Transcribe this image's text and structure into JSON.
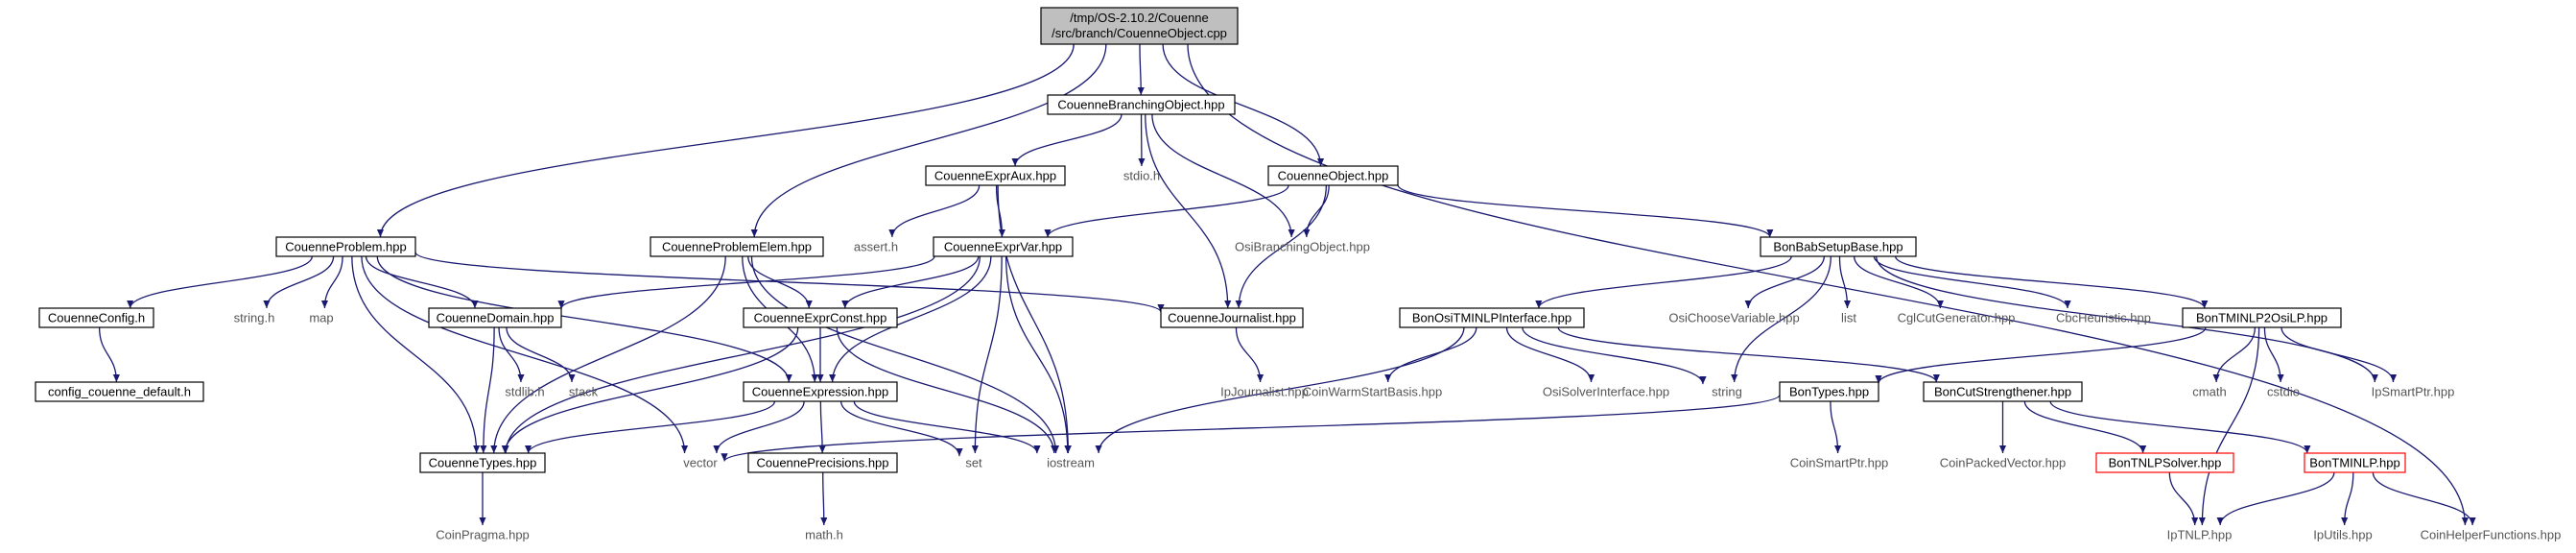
{
  "diagram": {
    "title_lines": [
      "/tmp/OS-2.10.2/Couenne",
      "/src/branch/CouenneObject.cpp"
    ],
    "colors": {
      "edge": "#191970",
      "root_fill": "#bfbfbf",
      "red_border": "#ff0000",
      "gray_text": "#555555"
    },
    "nodes": [
      {
        "id": "root",
        "label": "/tmp/OS-2.10.2/Couenne /src/branch/CouenneObject.cpp",
        "style": "root"
      },
      {
        "id": "CouenneProblem",
        "label": "CouenneProblem.hpp",
        "style": "box"
      },
      {
        "id": "CouenneProblemElem",
        "label": "CouenneProblemElem.hpp",
        "style": "box"
      },
      {
        "id": "CouenneBranchingObject",
        "label": "CouenneBranchingObject.hpp",
        "style": "box"
      },
      {
        "id": "CouenneObject",
        "label": "CouenneObject.hpp",
        "style": "box"
      },
      {
        "id": "CoinHelperFunctions",
        "label": "CoinHelperFunctions.hpp",
        "style": "plain"
      },
      {
        "id": "CouenneConfig",
        "label": "CouenneConfig.h",
        "style": "box"
      },
      {
        "id": "config_default",
        "label": "config_couenne_default.h",
        "style": "box"
      },
      {
        "id": "string_h",
        "label": "string.h",
        "style": "plain"
      },
      {
        "id": "map",
        "label": "map",
        "style": "plain"
      },
      {
        "id": "CouenneDomain",
        "label": "CouenneDomain.hpp",
        "style": "box"
      },
      {
        "id": "stdlib_h",
        "label": "stdlib.h",
        "style": "plain"
      },
      {
        "id": "stack",
        "label": "stack",
        "style": "plain"
      },
      {
        "id": "CouenneExprAux",
        "label": "CouenneExprAux.hpp",
        "style": "box"
      },
      {
        "id": "stdio_h",
        "label": "stdio.h",
        "style": "plain"
      },
      {
        "id": "assert_h",
        "label": "assert.h",
        "style": "plain"
      },
      {
        "id": "CouenneExprVar",
        "label": "CouenneExprVar.hpp",
        "style": "box"
      },
      {
        "id": "OsiBranchingObject",
        "label": "OsiBranchingObject.hpp",
        "style": "plain"
      },
      {
        "id": "CouenneExprConst",
        "label": "CouenneExprConst.hpp",
        "style": "box"
      },
      {
        "id": "CouenneJournalist",
        "label": "CouenneJournalist.hpp",
        "style": "box"
      },
      {
        "id": "IpJournalist",
        "label": "IpJournalist.hpp",
        "style": "plain"
      },
      {
        "id": "CouenneExpression",
        "label": "CouenneExpression.hpp",
        "style": "box"
      },
      {
        "id": "CouenneTypes",
        "label": "CouenneTypes.hpp",
        "style": "box"
      },
      {
        "id": "CoinPragma",
        "label": "CoinPragma.hpp",
        "style": "plain"
      },
      {
        "id": "vector",
        "label": "vector",
        "style": "plain"
      },
      {
        "id": "CouennePrecisions",
        "label": "CouennePrecisions.hpp",
        "style": "box"
      },
      {
        "id": "math_h",
        "label": "math.h",
        "style": "plain"
      },
      {
        "id": "set",
        "label": "set",
        "style": "plain"
      },
      {
        "id": "iostream",
        "label": "iostream",
        "style": "plain"
      },
      {
        "id": "BonBabSetupBase",
        "label": "BonBabSetupBase.hpp",
        "style": "box"
      },
      {
        "id": "BonOsiTMINLPInterface",
        "label": "BonOsiTMINLPInterface.hpp",
        "style": "box"
      },
      {
        "id": "OsiChooseVariable",
        "label": "OsiChooseVariable.hpp",
        "style": "plain"
      },
      {
        "id": "list",
        "label": "list",
        "style": "plain"
      },
      {
        "id": "CglCutGenerator",
        "label": "CglCutGenerator.hpp",
        "style": "plain"
      },
      {
        "id": "CbcHeuristic",
        "label": "CbcHeuristic.hpp",
        "style": "plain"
      },
      {
        "id": "BonTMINLP2OsiLP",
        "label": "BonTMINLP2OsiLP.hpp",
        "style": "box"
      },
      {
        "id": "CoinWarmStartBasis",
        "label": "CoinWarmStartBasis.hpp",
        "style": "plain"
      },
      {
        "id": "OsiSolverInterface",
        "label": "OsiSolverInterface.hpp",
        "style": "plain"
      },
      {
        "id": "string",
        "label": "string",
        "style": "plain"
      },
      {
        "id": "BonTypes",
        "label": "BonTypes.hpp",
        "style": "box"
      },
      {
        "id": "BonCutStrengthener",
        "label": "BonCutStrengthener.hpp",
        "style": "box"
      },
      {
        "id": "cmath",
        "label": "cmath",
        "style": "plain"
      },
      {
        "id": "cstdio",
        "label": "cstdio",
        "style": "plain"
      },
      {
        "id": "IpSmartPtr",
        "label": "IpSmartPtr.hpp",
        "style": "plain"
      },
      {
        "id": "CoinSmartPtr",
        "label": "CoinSmartPtr.hpp",
        "style": "plain"
      },
      {
        "id": "CoinPackedVector",
        "label": "CoinPackedVector.hpp",
        "style": "plain"
      },
      {
        "id": "BonTNLPSolver",
        "label": "BonTNLPSolver.hpp",
        "style": "red"
      },
      {
        "id": "BonTMINLP",
        "label": "BonTMINLP.hpp",
        "style": "red"
      },
      {
        "id": "IpTNLP",
        "label": "IpTNLP.hpp",
        "style": "plain"
      },
      {
        "id": "IpUtils",
        "label": "IpUtils.hpp",
        "style": "plain"
      }
    ],
    "edges": [
      [
        "root",
        "CouenneProblem"
      ],
      [
        "root",
        "CouenneProblemElem"
      ],
      [
        "root",
        "CouenneBranchingObject"
      ],
      [
        "root",
        "CouenneObject"
      ],
      [
        "root",
        "CoinHelperFunctions"
      ],
      [
        "CouenneProblem",
        "CouenneConfig"
      ],
      [
        "CouenneProblem",
        "string_h"
      ],
      [
        "CouenneProblem",
        "map"
      ],
      [
        "CouenneProblem",
        "CouenneDomain"
      ],
      [
        "CouenneProblem",
        "CouenneExpression"
      ],
      [
        "CouenneProblem",
        "CouenneJournalist"
      ],
      [
        "CouenneProblem",
        "CouenneTypes"
      ],
      [
        "CouenneProblem",
        "vector"
      ],
      [
        "CouenneConfig",
        "config_default"
      ],
      [
        "CouenneDomain",
        "stdlib_h"
      ],
      [
        "CouenneDomain",
        "stack"
      ],
      [
        "CouenneDomain",
        "CouenneTypes"
      ],
      [
        "CouenneProblemElem",
        "CouenneTypes"
      ],
      [
        "CouenneProblemElem",
        "CouenneExprConst"
      ],
      [
        "CouenneProblemElem",
        "CouenneExpression"
      ],
      [
        "CouenneProblemElem",
        "iostream"
      ],
      [
        "CouenneBranchingObject",
        "CouenneExprAux"
      ],
      [
        "CouenneBranchingObject",
        "stdio_h"
      ],
      [
        "CouenneBranchingObject",
        "OsiBranchingObject"
      ],
      [
        "CouenneBranchingObject",
        "CouenneJournalist"
      ],
      [
        "CouenneExprAux",
        "assert_h"
      ],
      [
        "CouenneExprAux",
        "CouenneExprVar"
      ],
      [
        "CouenneExprAux",
        "iostream"
      ],
      [
        "CouenneExprVar",
        "CouenneDomain"
      ],
      [
        "CouenneExprVar",
        "CouenneExprConst"
      ],
      [
        "CouenneExprVar",
        "CouenneExpression"
      ],
      [
        "CouenneExprVar",
        "CouenneTypes"
      ],
      [
        "CouenneExprVar",
        "set"
      ],
      [
        "CouenneExprVar",
        "iostream"
      ],
      [
        "CouenneExprConst",
        "CouenneExpression"
      ],
      [
        "CouenneExprConst",
        "CouenneTypes"
      ],
      [
        "CouenneExprConst",
        "iostream"
      ],
      [
        "CouenneExpression",
        "CouenneTypes"
      ],
      [
        "CouenneExpression",
        "vector"
      ],
      [
        "CouenneExpression",
        "CouennePrecisions"
      ],
      [
        "CouenneExpression",
        "set"
      ],
      [
        "CouenneExpression",
        "iostream"
      ],
      [
        "CouenneTypes",
        "CoinPragma"
      ],
      [
        "CouennePrecisions",
        "math_h"
      ],
      [
        "CouenneObject",
        "CouenneExprVar"
      ],
      [
        "CouenneObject",
        "OsiBranchingObject"
      ],
      [
        "CouenneObject",
        "CouenneJournalist"
      ],
      [
        "CouenneObject",
        "BonBabSetupBase"
      ],
      [
        "CouenneJournalist",
        "IpJournalist"
      ],
      [
        "BonBabSetupBase",
        "BonOsiTMINLPInterface"
      ],
      [
        "BonBabSetupBase",
        "OsiChooseVariable"
      ],
      [
        "BonBabSetupBase",
        "list"
      ],
      [
        "BonBabSetupBase",
        "CglCutGenerator"
      ],
      [
        "BonBabSetupBase",
        "CbcHeuristic"
      ],
      [
        "BonBabSetupBase",
        "BonTMINLP2OsiLP"
      ],
      [
        "BonBabSetupBase",
        "string"
      ],
      [
        "BonBabSetupBase",
        "IpSmartPtr"
      ],
      [
        "BonOsiTMINLPInterface",
        "CoinWarmStartBasis"
      ],
      [
        "BonOsiTMINLPInterface",
        "OsiSolverInterface"
      ],
      [
        "BonOsiTMINLPInterface",
        "string"
      ],
      [
        "BonOsiTMINLPInterface",
        "BonCutStrengthener"
      ],
      [
        "BonOsiTMINLPInterface",
        "iostream"
      ],
      [
        "BonTMINLP2OsiLP",
        "BonTypes"
      ],
      [
        "BonTMINLP2OsiLP",
        "cmath"
      ],
      [
        "BonTMINLP2OsiLP",
        "cstdio"
      ],
      [
        "BonTMINLP2OsiLP",
        "IpSmartPtr"
      ],
      [
        "BonTMINLP2OsiLP",
        "IpTNLP"
      ],
      [
        "BonTypes",
        "vector"
      ],
      [
        "BonTypes",
        "CoinSmartPtr"
      ],
      [
        "BonCutStrengthener",
        "CoinPackedVector"
      ],
      [
        "BonCutStrengthener",
        "BonTNLPSolver"
      ],
      [
        "BonCutStrengthener",
        "BonTMINLP"
      ],
      [
        "BonTNLPSolver",
        "IpTNLP"
      ],
      [
        "BonTMINLP",
        "IpTNLP"
      ],
      [
        "BonTMINLP",
        "IpUtils"
      ],
      [
        "BonTMINLP",
        "CoinHelperFunctions"
      ]
    ]
  }
}
